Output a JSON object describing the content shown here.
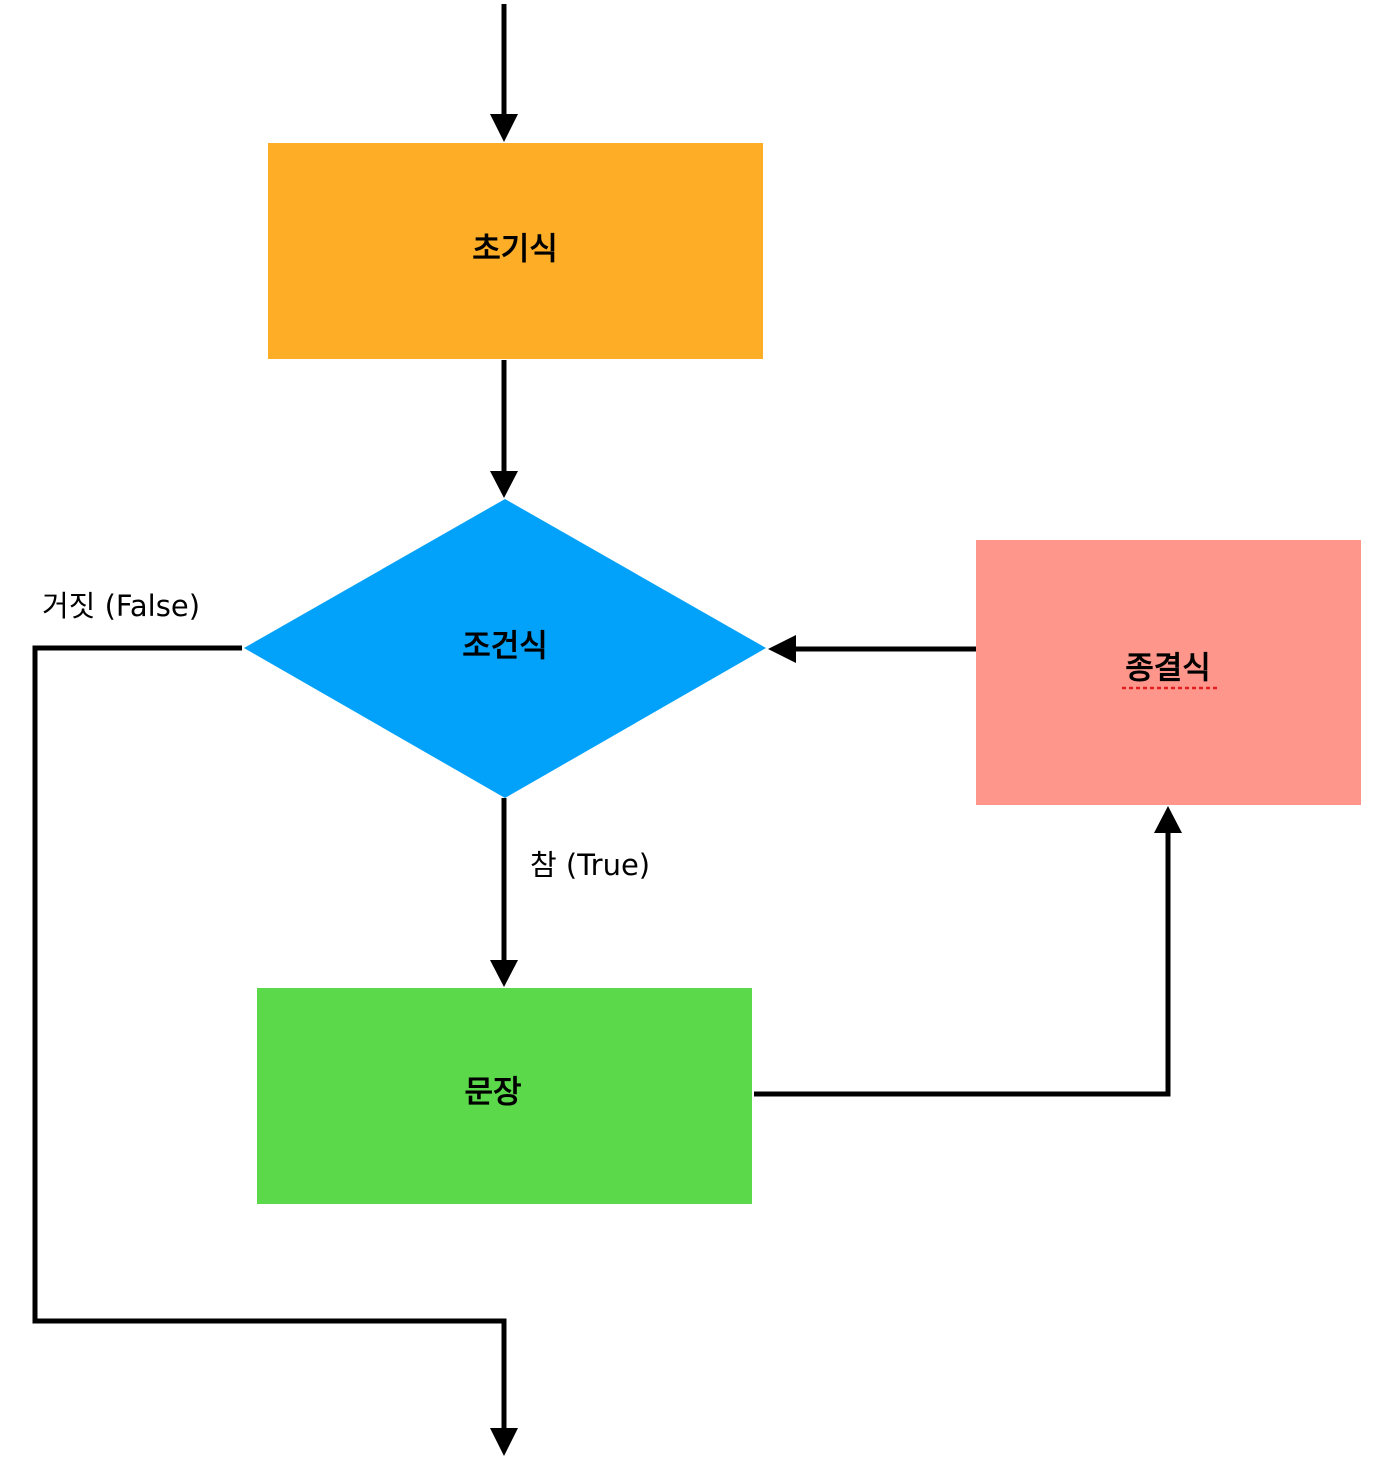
{
  "nodes": {
    "init": {
      "label": "초기식",
      "shape": "rectangle",
      "color": "#FDAE26"
    },
    "condition": {
      "label": "조건식",
      "shape": "diamond",
      "color": "#02A2FB"
    },
    "statement": {
      "label": "문장",
      "shape": "rectangle",
      "color": "#5CD94B"
    },
    "update": {
      "label": "종결식",
      "shape": "rectangle",
      "color": "#FE968C"
    }
  },
  "edges": {
    "false_label": "거짓 (False)",
    "true_label": "참 (True)"
  },
  "colors": {
    "line": "#000000",
    "background": "#FFFFFF"
  }
}
